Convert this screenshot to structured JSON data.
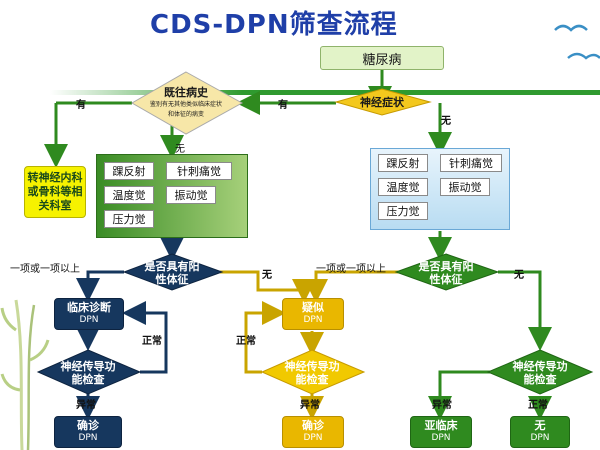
{
  "title": "CDS-DPN筛查流程",
  "start": "糖尿病",
  "neuro_symptom": "神经症状",
  "history": {
    "title": "既往病史",
    "line1": "鉴别有无其他类似临床症状",
    "line2": "和体征的病变"
  },
  "transfer": "转神经内科或骨科等相关科室",
  "labels": {
    "you": "有",
    "wu": "无",
    "one_or_more": "一项或一项以上",
    "normal": "正常",
    "abnormal": "异常"
  },
  "tests_left": [
    "踝反射",
    "针刺痛觉",
    "温度觉",
    "振动觉",
    "压力觉"
  ],
  "tests_right": [
    "踝反射",
    "针刺痛觉",
    "温度觉",
    "振动觉",
    "压力觉"
  ],
  "positive_sign": "是否具有阳性体征",
  "nerve_test": "神经传导功能检查",
  "clinical": {
    "title": "临床诊断",
    "sub": "DPN"
  },
  "suspected": {
    "title": "疑似",
    "sub": "DPN"
  },
  "confirm": {
    "title": "确诊",
    "sub": "DPN"
  },
  "subclinical": {
    "title": "亚临床",
    "sub": "DPN"
  },
  "none": {
    "title": "无",
    "sub": "DPN"
  },
  "colors": {
    "green": "#2f8a1f",
    "navy": "#16375e",
    "gold": "#c9a400",
    "title_blue": "#1f3fa8"
  }
}
